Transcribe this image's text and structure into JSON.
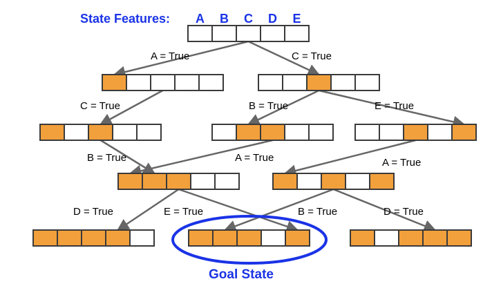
{
  "title": {
    "label": "State Features:",
    "features": [
      "A",
      "B",
      "C",
      "D",
      "E"
    ]
  },
  "colors": {
    "accent_blue": "#1a33e6",
    "cell_on": "#f2a03c",
    "cell_off": "#ffffff",
    "cell_border": "#3a3a3a",
    "edge": "#666666"
  },
  "nodes": [
    {
      "id": "root",
      "cells": [
        0,
        0,
        0,
        0,
        0
      ]
    },
    {
      "id": "A",
      "cells": [
        1,
        0,
        0,
        0,
        0
      ]
    },
    {
      "id": "C",
      "cells": [
        0,
        0,
        1,
        0,
        0
      ]
    },
    {
      "id": "AC",
      "cells": [
        1,
        0,
        1,
        0,
        0
      ]
    },
    {
      "id": "BC",
      "cells": [
        0,
        1,
        1,
        0,
        0
      ]
    },
    {
      "id": "CE",
      "cells": [
        0,
        0,
        1,
        0,
        1
      ]
    },
    {
      "id": "ABC",
      "cells": [
        1,
        1,
        1,
        0,
        0
      ]
    },
    {
      "id": "ACE",
      "cells": [
        1,
        0,
        1,
        0,
        1
      ]
    },
    {
      "id": "ABCD",
      "cells": [
        1,
        1,
        1,
        1,
        0
      ]
    },
    {
      "id": "goal",
      "cells": [
        1,
        1,
        1,
        0,
        1
      ]
    },
    {
      "id": "ACDE",
      "cells": [
        1,
        0,
        1,
        1,
        1
      ]
    }
  ],
  "edges": [
    {
      "from": "root",
      "to": "A",
      "label": "A = True"
    },
    {
      "from": "root",
      "to": "C",
      "label": "C = True"
    },
    {
      "from": "A",
      "to": "AC",
      "label": "C = True"
    },
    {
      "from": "C",
      "to": "BC",
      "label": "B = True"
    },
    {
      "from": "C",
      "to": "CE",
      "label": "E = True"
    },
    {
      "from": "AC",
      "to": "ABC",
      "label": "B = True"
    },
    {
      "from": "BC",
      "to": "ABC",
      "label": "A = True"
    },
    {
      "from": "CE",
      "to": "ACE",
      "label": "A = True"
    },
    {
      "from": "ABC",
      "to": "ABCD",
      "label": "D = True"
    },
    {
      "from": "ABC",
      "to": "goal",
      "label": "E = True"
    },
    {
      "from": "ACE",
      "to": "goal",
      "label": "B = True"
    },
    {
      "from": "ACE",
      "to": "ACDE",
      "label": "D = True"
    }
  ],
  "goal_label": "Goal State"
}
